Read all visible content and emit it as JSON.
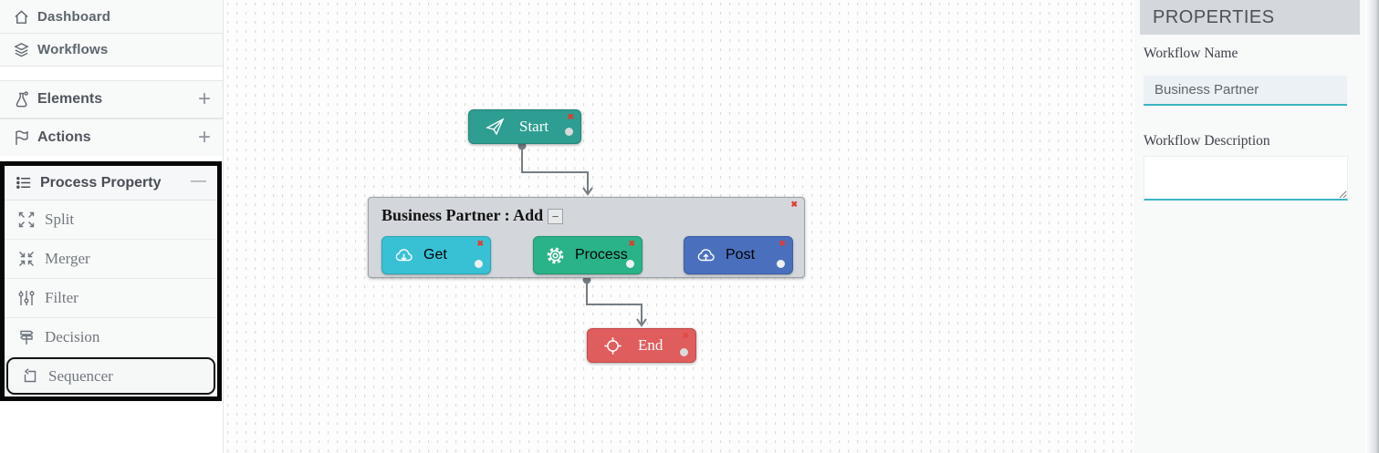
{
  "glyphs": {
    "plus": "+",
    "collapse_dash": "—",
    "collapse_minus": "−",
    "close": "✖"
  },
  "colors": {
    "start_node": "#2E9D92",
    "get_node": "#38C1D5",
    "process_node": "#2AB388",
    "post_node": "#4A70BD",
    "end_node": "#E05D5D",
    "group_bg": "#D3D7DB",
    "accent_teal": "#3CB4C5",
    "connector_gray": "#757D83",
    "close_red": "#E23B2E",
    "selection_border": "#070707"
  },
  "sidebar": {
    "nav_items": [
      {
        "label": "Dashboard",
        "icon": "home-icon"
      },
      {
        "label": "Workflows",
        "icon": "layers-icon"
      }
    ],
    "sections": [
      {
        "label": "Elements",
        "icon": "flask-icon",
        "action": "+"
      },
      {
        "label": "Actions",
        "icon": "flag-icon",
        "action": "+"
      }
    ],
    "process_property": {
      "label": "Process Property",
      "icon": "list-icon",
      "collapse_label": "—",
      "items": [
        {
          "label": "Split",
          "icon": "split-icon",
          "selected": false
        },
        {
          "label": "Merger",
          "icon": "merger-icon",
          "selected": false
        },
        {
          "label": "Filter",
          "icon": "filter-icon",
          "selected": false
        },
        {
          "label": "Decision",
          "icon": "decision-icon",
          "selected": false
        },
        {
          "label": "Sequencer",
          "icon": "sequencer-icon",
          "selected": true
        }
      ]
    }
  },
  "canvas": {
    "nodes": {
      "start": {
        "label": "Start",
        "icon": "send-icon",
        "color": "#2E9D92"
      },
      "end": {
        "label": "End",
        "icon": "target-icon",
        "color": "#E05D5D"
      },
      "group": {
        "title": "Business Partner : Add",
        "collapse_label": "−",
        "children": [
          {
            "label": "Get",
            "icon": "cloud-download-icon",
            "color": "#38C1D5"
          },
          {
            "label": "Process",
            "icon": "gear-icon",
            "color": "#2AB388"
          },
          {
            "label": "Post",
            "icon": "cloud-upload-icon",
            "color": "#4A70BD"
          }
        ]
      }
    }
  },
  "properties_panel": {
    "title": "PROPERTIES",
    "fields": [
      {
        "label": "Workflow Name",
        "type": "input",
        "value": "Business Partner"
      },
      {
        "label": "Workflow Description",
        "type": "textarea",
        "value": ""
      }
    ]
  }
}
